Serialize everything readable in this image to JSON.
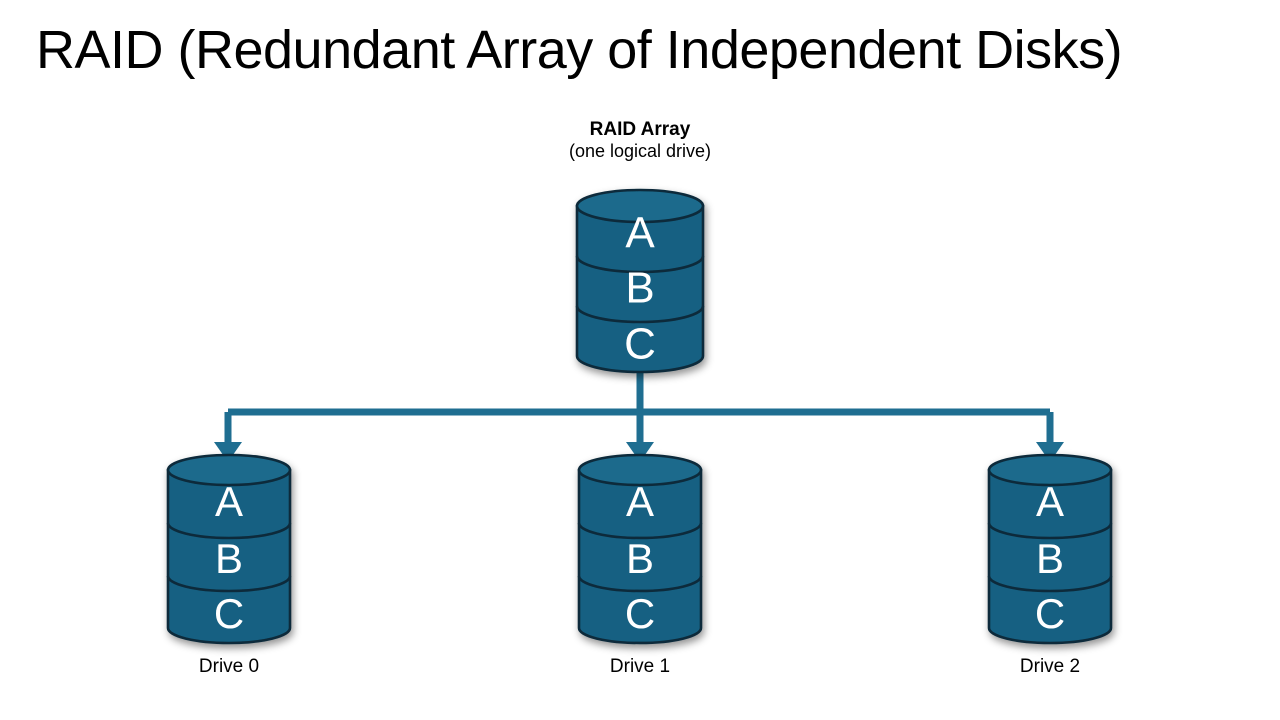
{
  "title": "RAID (Redundant Array of Independent Disks)",
  "colors": {
    "cylinder_fill": "#156082",
    "cylinder_top_fill": "#1b6a8c",
    "cylinder_stroke": "#0c2b3a",
    "connector": "#1f6e91",
    "letter": "#ffffff",
    "background": "#ffffff",
    "text": "#000000"
  },
  "array": {
    "caption_main": "RAID Array",
    "caption_sub": "(one logical drive)",
    "segments": [
      "A",
      "B",
      "C"
    ]
  },
  "drives": [
    {
      "label": "Drive 0",
      "segments": [
        "A",
        "B",
        "C"
      ]
    },
    {
      "label": "Drive 1",
      "segments": [
        "A",
        "B",
        "C"
      ]
    },
    {
      "label": "Drive 2",
      "segments": [
        "A",
        "B",
        "C"
      ]
    }
  ],
  "connector": {
    "description": "one-to-many fan-out from RAID array to three drives",
    "arrow_count": 3
  }
}
